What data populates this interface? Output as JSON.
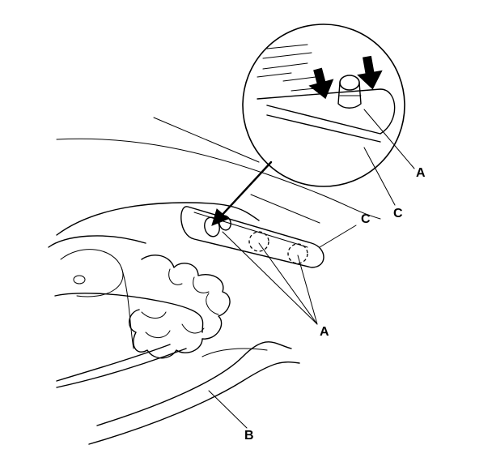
{
  "callouts": {
    "a_detail": "A",
    "c_detail": "C",
    "c_main": "C",
    "a_main": "A",
    "b_main": "B"
  },
  "colors": {
    "line": "#000000",
    "background": "#ffffff"
  }
}
